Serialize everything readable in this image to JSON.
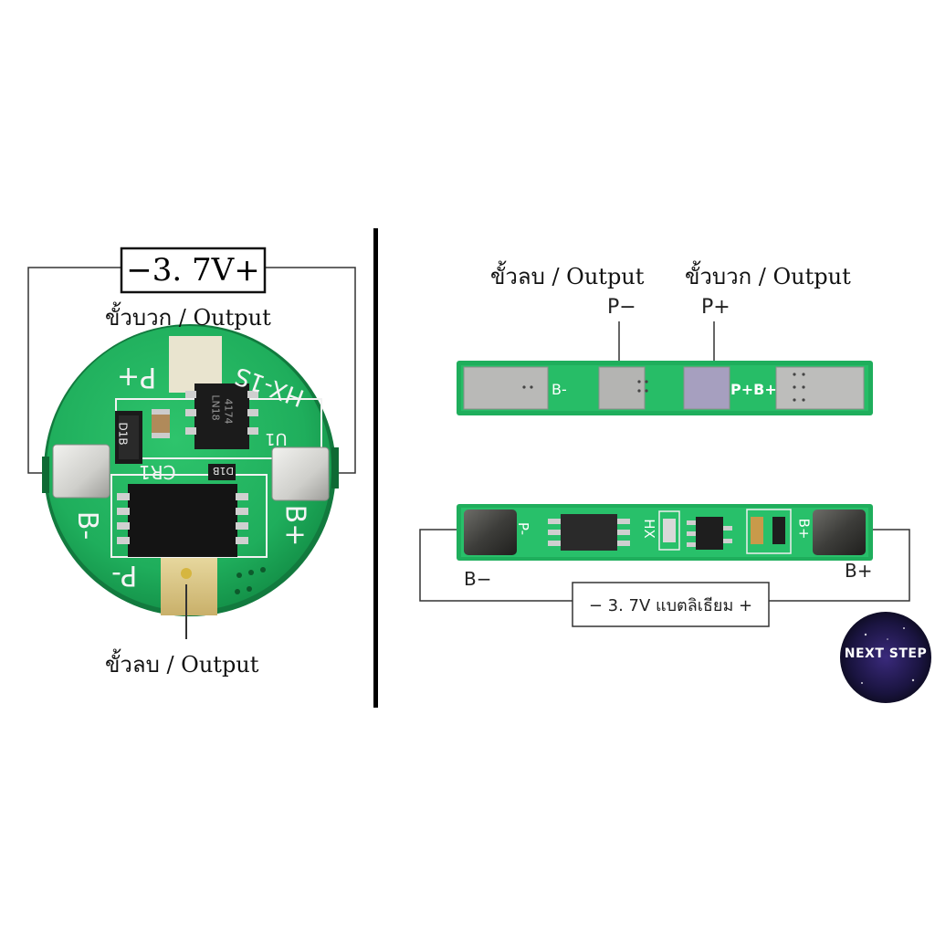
{
  "left_panel": {
    "voltage_label": "−3. 7V+",
    "positive_output_label": "ขั้วบวก / Output",
    "negative_output_label": "ขั้วลบ / Output",
    "silk": {
      "p_plus": "P+",
      "p_minus": "P-",
      "b_minus": "B-",
      "b_plus": "B+",
      "model": "HX-1S",
      "chip_top": "LN18",
      "chip_code": "4174",
      "r_label": "D1B",
      "r2_label": "D1B",
      "cr": "CR1",
      "u": "U1"
    }
  },
  "right_panel": {
    "negative_output_label": "ขั้วลบ / Output",
    "positive_output_label": "ขั้วบวก / Output",
    "p_minus": "P−",
    "p_plus": "P+",
    "strip_top": {
      "b_minus_silk": "B-",
      "p_b_plus_silk": "P+B+"
    },
    "strip_bottom": {
      "p_minus_silk": "P-",
      "model": "HX",
      "b_plus_silk": "B+"
    },
    "b_minus": "B−",
    "b_plus": "B+",
    "battery_label": "−  3. 7V แบตลิเธียม +"
  },
  "logo": {
    "text": "NEXT STEP"
  },
  "colors": {
    "pcb_green": "#1fae5c",
    "pcb_dark": "#0f7a3c",
    "pad_silver": "#d9d9d6",
    "divider": "#000000"
  }
}
